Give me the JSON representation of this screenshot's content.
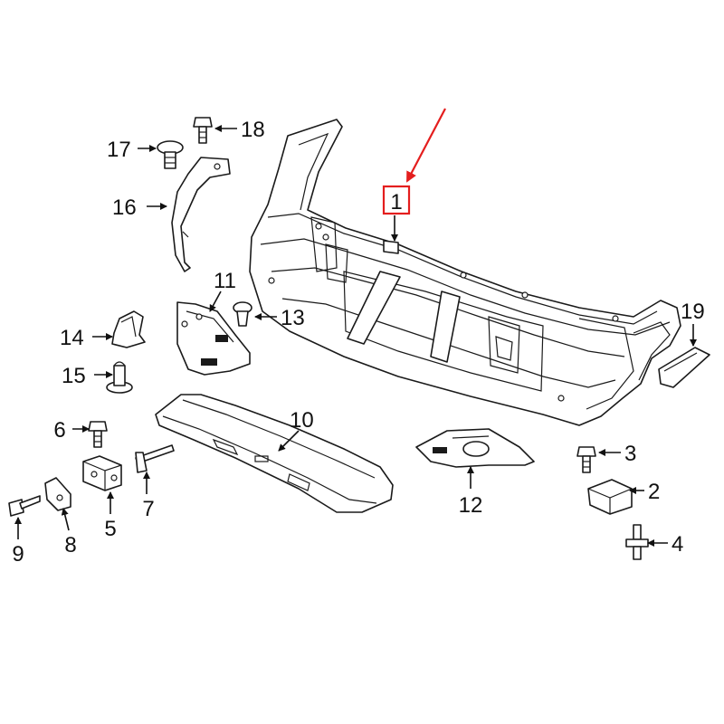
{
  "callouts": {
    "c1": "1",
    "c2": "2",
    "c3": "3",
    "c4": "4",
    "c5": "5",
    "c6": "6",
    "c7": "7",
    "c8": "8",
    "c9": "9",
    "c10": "10",
    "c11": "11",
    "c12": "12",
    "c13": "13",
    "c14": "14",
    "c15": "15",
    "c16": "16",
    "c17": "17",
    "c18": "18",
    "c19": "19"
  },
  "colors": {
    "highlight": "#e41e1e",
    "line": "#1a1a1a"
  }
}
